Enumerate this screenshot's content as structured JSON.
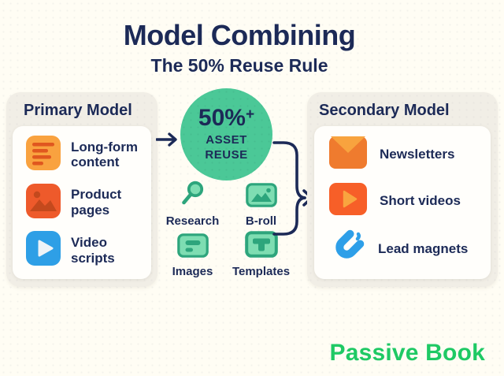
{
  "title": "Model Combining",
  "subtitle": "The 50% Reuse Rule",
  "brand": "Passive Book",
  "primary": {
    "header": "Primary Model",
    "items": [
      {
        "label": "Long-form content",
        "icon": "document-lines-icon"
      },
      {
        "label": "Product pages",
        "icon": "product-image-icon"
      },
      {
        "label": "Video scripts",
        "icon": "video-play-icon"
      }
    ]
  },
  "circle": {
    "value": "50%",
    "plus": "+",
    "line1": "ASSET",
    "line2": "REUSE"
  },
  "assets": [
    {
      "label": "Research",
      "icon": "magnifier-icon"
    },
    {
      "label": "B-roll",
      "icon": "broll-image-icon"
    },
    {
      "label": "Images",
      "icon": "image-bars-icon"
    },
    {
      "label": "Templates",
      "icon": "template-icon"
    }
  ],
  "secondary": {
    "header": "Secondary Model",
    "items": [
      {
        "label": "Newsletters",
        "icon": "envelope-icon"
      },
      {
        "label": "Short videos",
        "icon": "short-video-icon"
      },
      {
        "label": "Lead magnets",
        "icon": "magnet-icon"
      }
    ]
  },
  "colors": {
    "background": "#fffdf4",
    "panel": "#f1eee6",
    "card": "#fffefb",
    "navy": "#1c2a57",
    "circle_green": "#4bc897",
    "light_green": "#7eddb2",
    "dark_green": "#2da57c",
    "orange": "#f9a23f",
    "red_orange": "#ee5a2b",
    "blue": "#2e9fe6",
    "brand_green": "#1ec964"
  }
}
